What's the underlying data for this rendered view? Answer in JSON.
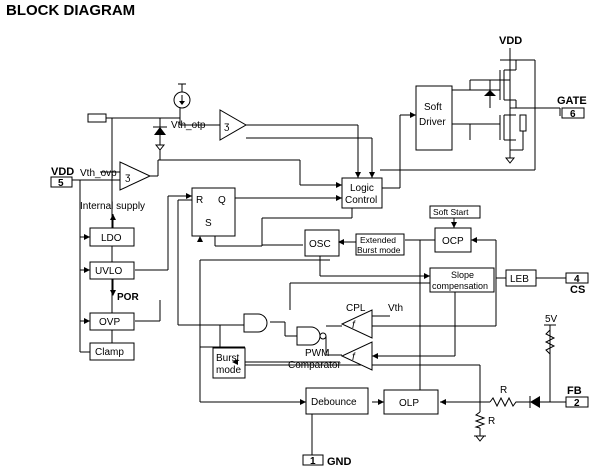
{
  "title": "BLOCK DIAGRAM",
  "blocks": {
    "ldo": "LDO",
    "uvlo": "UVLO",
    "ovp": "OVP",
    "clamp": "Clamp",
    "rs_r": "R",
    "rs_s": "S",
    "rs_q": "Q",
    "logic_control_1": "Logic",
    "logic_control_2": "Control",
    "soft_driver_1": "Soft",
    "soft_driver_2": "Driver",
    "soft_start": "Soft Start",
    "ocp": "OCP",
    "osc": "OSC",
    "extended_burst_1": "Extended",
    "extended_burst_2": "Burst mode",
    "slope_comp_1": "Slope",
    "slope_comp_2": "compensation",
    "leb": "LEB",
    "burst_mode_1": "Burst",
    "burst_mode_2": "mode",
    "debounce": "Debounce",
    "olp": "OLP"
  },
  "pins": {
    "vdd_top": "VDD",
    "vdd_left": "VDD",
    "vdd_left_num": "5",
    "gate": "GATE",
    "gate_num": "6",
    "cs": "CS",
    "cs_num": "4",
    "fb": "FB",
    "fb_num": "2",
    "gnd": "GND",
    "gnd_num": "1"
  },
  "labels": {
    "vth_otp": "Vth_otp",
    "vth_ovp": "Vth_ovp",
    "internal_supply": "Internal supply",
    "por": "POR",
    "cpl": "CPL",
    "vth": "Vth",
    "pwm_comparator_1": "PWM",
    "pwm_comparator_2": "Comparator",
    "r_fb": "R",
    "r_gnd": "R",
    "five_v": "5V"
  }
}
